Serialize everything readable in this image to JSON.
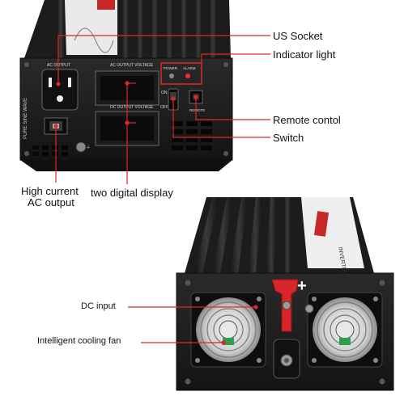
{
  "callouts": {
    "us_socket": "US Socket",
    "indicator_light": "Indicator light",
    "remote_control": "Remote contol",
    "switch": "Switch",
    "high_current_line1": "High current",
    "high_current_line2": "AC output",
    "two_digital_display": "two digital display",
    "dc_input": "DC input",
    "cooling_fan": "Intelligent cooling fan"
  },
  "panel_labels": {
    "ac_output": "AC OUTPUT",
    "ac_output_voltage": "AC OUTPUT VOLTAGE",
    "dc_output_voltage": "DC OUTPUT VOLTAGE",
    "power": "POWER",
    "alarm": "ALARM",
    "on": "ON",
    "off": "OFF",
    "remote": "REMOTE",
    "pure_sine_wave": "PURE SINE WAVE",
    "plus_sign": "+"
  },
  "colors": {
    "callout_line": "#e0262b",
    "body_dark": "#1f1f1f",
    "fin": "#2b2b2b",
    "terminal_red": "#d7262b",
    "led_red": "#ff2a2a"
  }
}
